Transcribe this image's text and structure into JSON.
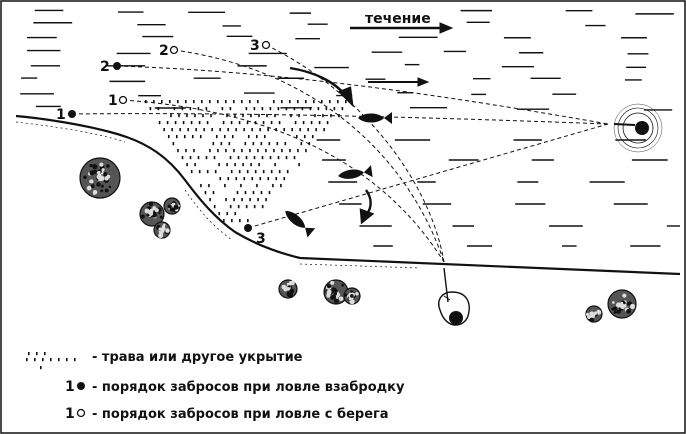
{
  "diagram": {
    "current_label": "течение",
    "cast_labels": {
      "wade_1": "1",
      "wade_2": "2",
      "wade_3": "3",
      "shore_1": "1",
      "shore_2": "2",
      "shore_3": "3"
    },
    "legend": {
      "cover": "- трава или другое укрытие",
      "wade_number": "1",
      "wade": "- порядок забросов при ловле взабродку",
      "shore_number": "1",
      "shore": "- порядок забросов при ловле с берега"
    },
    "colors": {
      "ink": "#111111",
      "paper": "#ffffff"
    }
  }
}
